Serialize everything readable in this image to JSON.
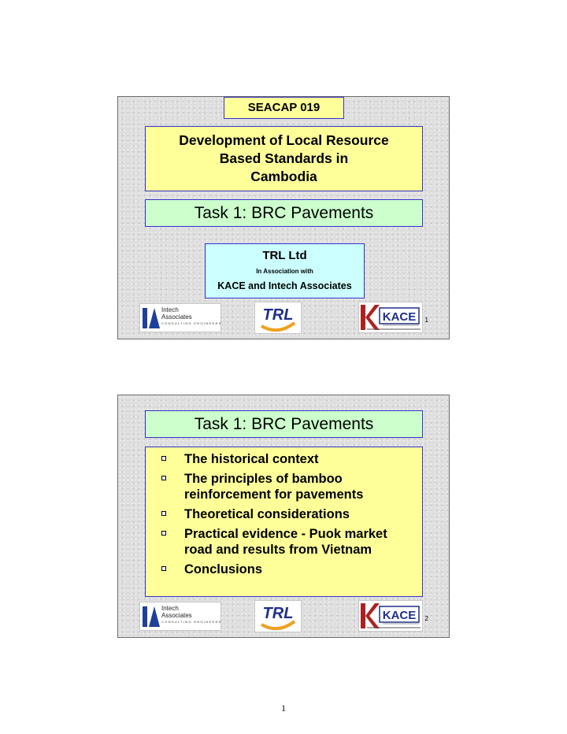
{
  "slides": [
    {
      "code": "SEACAP 019",
      "title_lines": [
        "Development of Local Resource",
        "Based Standards in",
        "Cambodia"
      ],
      "task": "Task 1: BRC Pavements",
      "org": {
        "name": "TRL Ltd",
        "association": "In Association with",
        "partners": "KACE and Intech Associates"
      },
      "page_number": "1"
    },
    {
      "task": "Task 1: BRC Pavements",
      "items": [
        "The historical context",
        "The principles of bamboo reinforcement for pavements",
        "Theoretical considerations",
        "Practical evidence - Puok market road and results from Vietnam",
        "Conclusions"
      ],
      "page_number": "2"
    }
  ],
  "logos": {
    "intech": {
      "line1": "Intech",
      "line2": "Associates",
      "tagline": "CONSULTING ENGINEERS",
      "icon": "intech-logo-icon"
    },
    "trl": {
      "text": "TRL",
      "icon": "trl-logo-icon"
    },
    "kace": {
      "text": "KACE",
      "icon": "kace-logo-icon"
    }
  },
  "colors": {
    "yellow_box": "#ffff99",
    "green_box": "#ccffcc",
    "cyan_box": "#ccffff",
    "border_blue": "#3333cc"
  },
  "page_footer": "1"
}
